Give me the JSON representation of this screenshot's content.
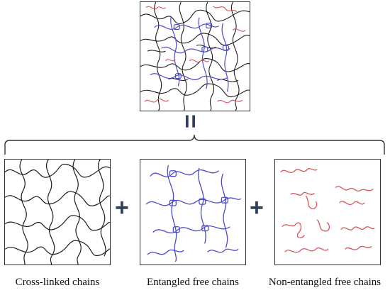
{
  "symbols": {
    "equals": "=",
    "plus": "+"
  },
  "labels": {
    "cross_linked": "Cross-linked chains",
    "entangled": "Entangled free chains",
    "non_entangled": "Non-entangled free chains"
  },
  "colors": {
    "cross_linked_chain": "#1a1a1a",
    "entangled_chain": "#4a4acb",
    "non_entangled_chain": "#d9535a",
    "symbol": "#2f3f5f",
    "frame": "#333333"
  }
}
